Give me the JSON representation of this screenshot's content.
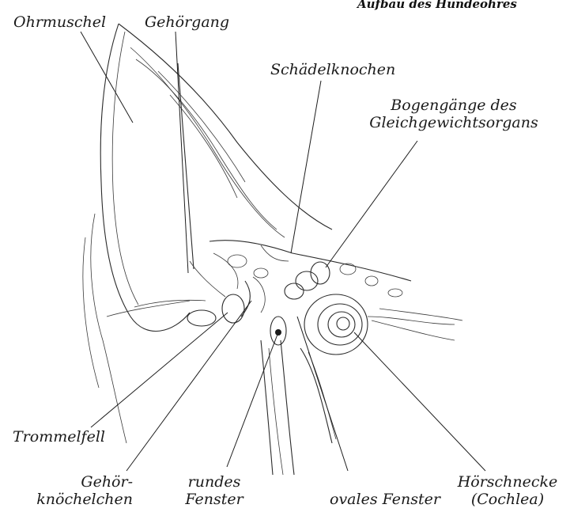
{
  "title": "Aufbau des Hundeohres",
  "labels": {
    "ohrmuschel": "Ohrmuschel",
    "gehoergang": "Gehörgang",
    "schaedelknochen": "Schädelknochen",
    "bogengaenge_1": "Bogengänge des",
    "bogengaenge_2": "Gleichgewichtsorgans",
    "trommelfell": "Trommelfell",
    "gehoerknoechelchen_1": "Gehör-",
    "gehoerknoechelchen_2": "knöchelchen",
    "rundes_fenster_1": "rundes",
    "rundes_fenster_2": "Fenster",
    "ovales_fenster": "ovales Fenster",
    "hoerschnecke_1": "Hörschnecke",
    "hoerschnecke_2": "(Cochlea)"
  }
}
